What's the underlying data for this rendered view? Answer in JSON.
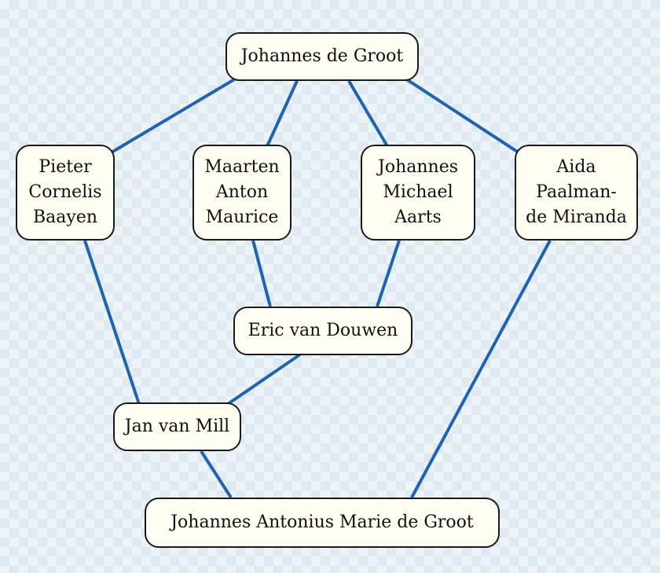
{
  "edge_color": "#1f64b4",
  "nodes": {
    "n1": "Johannes de Groot",
    "n2": "Pieter\nCornelis\nBaayen",
    "n3": "Maarten\nAnton\nMaurice",
    "n4": "Johannes\nMichael\nAarts",
    "n5": "Aida\nPaalman-\nde Miranda",
    "n6": "Eric van Douwen",
    "n7": "Jan van Mill",
    "n8": "Johannes Antonius Marie de Groot"
  },
  "edges": [
    [
      "n1",
      "n2"
    ],
    [
      "n1",
      "n3"
    ],
    [
      "n1",
      "n4"
    ],
    [
      "n1",
      "n5"
    ],
    [
      "n2",
      "n7"
    ],
    [
      "n3",
      "n6"
    ],
    [
      "n4",
      "n6"
    ],
    [
      "n6",
      "n7"
    ],
    [
      "n5",
      "n8"
    ],
    [
      "n7",
      "n8"
    ]
  ]
}
